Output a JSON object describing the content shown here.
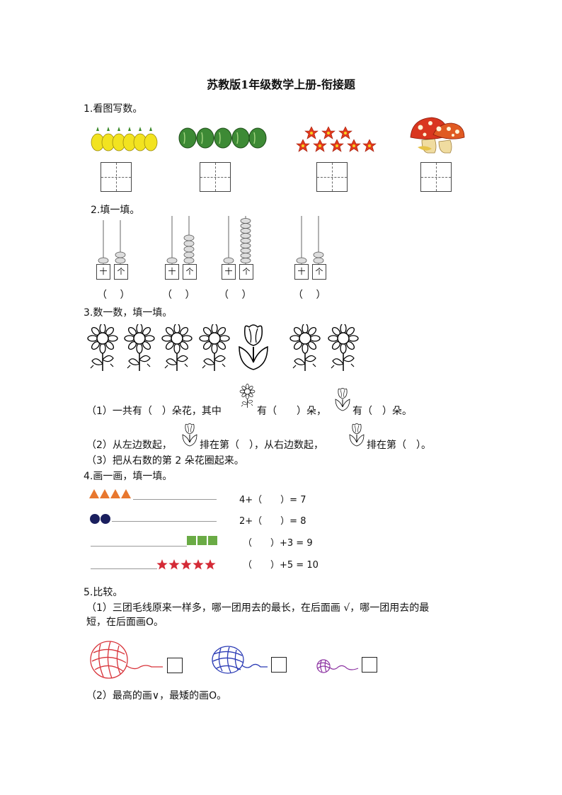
{
  "title": "苏教版1年级数学上册-衔接题",
  "q1": {
    "heading": "1.看图写数。"
  },
  "q2": {
    "heading": "2.填一填。",
    "tens_label": "十",
    "ones_label": "个",
    "blank": "（　 ）"
  },
  "q3": {
    "heading": "3.数一数，填一填。",
    "line1_a": "（1）一共有（　）朵花，其中",
    "line1_b": "有（　　）朵，",
    "line1_c": "有（　）朵。",
    "line2_a": "（2）从左边数起，",
    "line2_b": "排在第（　），从右边数起，",
    "line2_c": "排在第（　）。",
    "line3": "（3）把从右数的第 2 朵花圈起来。"
  },
  "q4": {
    "heading": "4.画一画，填一填。",
    "eq1": "4+（　　）= 7",
    "eq2": "2+（　　）= 8",
    "eq3": "（　　）+3 = 9",
    "eq4": "（　　）+5 = 10",
    "colors": {
      "triangle": "#e8772e",
      "circle": "#1a1f5e",
      "square": "#6aab45",
      "star": "#d42a36"
    }
  },
  "q5": {
    "heading": "5.比较。",
    "p1_line1": "（1）三团毛线原来一样多，哪一团用去的最长，在后面画 √，哪一团用去的最",
    "p1_line2": "短，在后面画O。",
    "p2": "（2）最高的画∨，最矮的画O。",
    "colors": {
      "red": "#d8333a",
      "blue": "#2b3bb5",
      "purple": "#8a2fa0"
    }
  }
}
